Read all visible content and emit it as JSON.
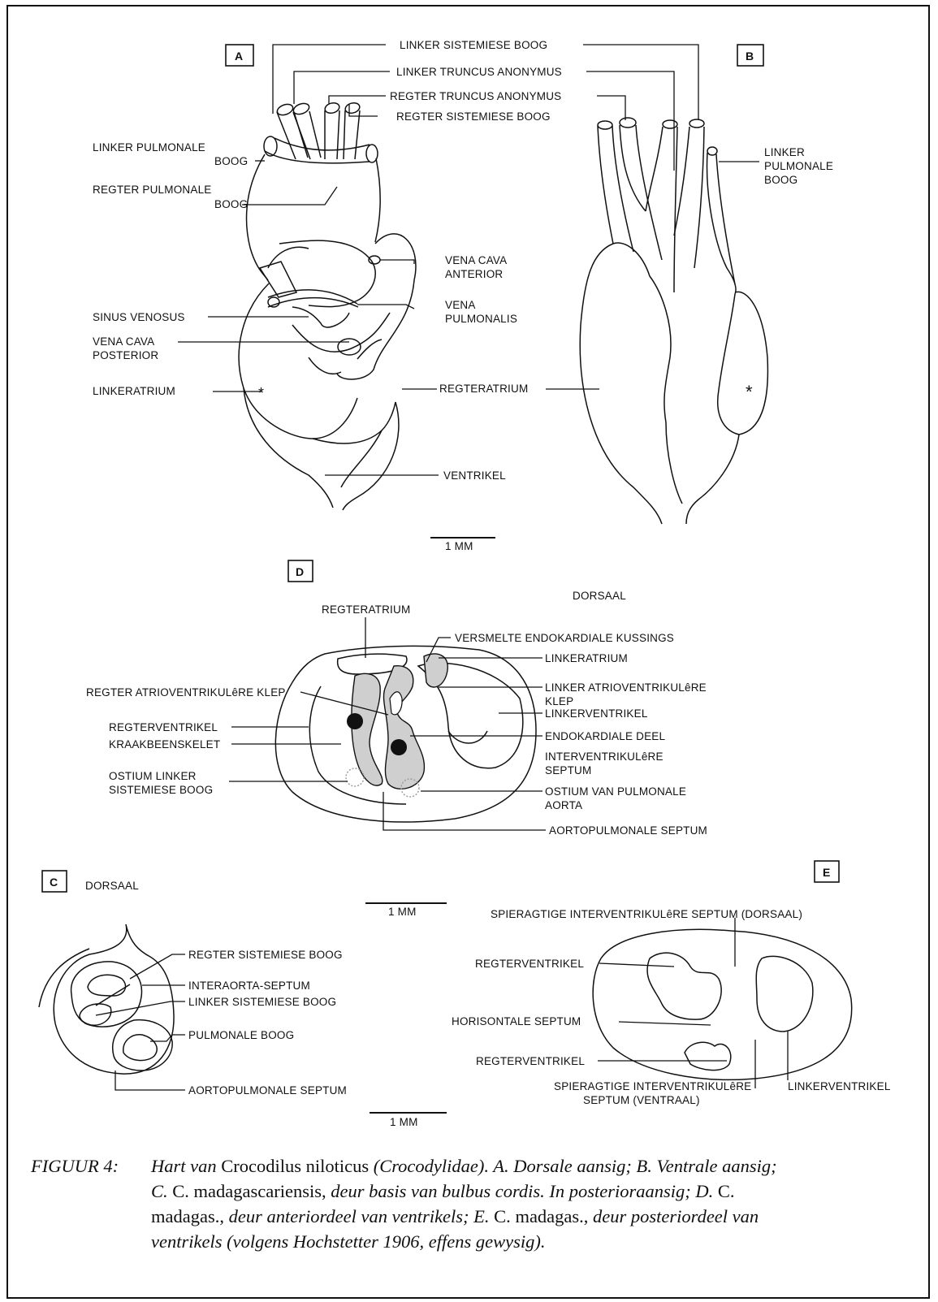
{
  "panels": {
    "a": {
      "box": "A",
      "linker_sistemiese_boog": "LINKER SISTEMIESE BOOG",
      "linker_truncus": "LINKER TRUNCUS ANONYMUS",
      "regter_truncus": "REGTER TRUNCUS ANONYMUS",
      "regter_sistemiese_boog": "REGTER SISTEMIESE BOOG",
      "linker_pulmonale_1": "LINKER PULMONALE",
      "linker_pulmonale_2": "BOOG",
      "regter_pulmonale_1": "REGTER PULMONALE",
      "regter_pulmonale_2": "BOOG",
      "vena_cava_anterior_1": "VENA CAVA",
      "vena_cava_anterior_2": "ANTERIOR",
      "sinus_venosus": "SINUS VENOSUS",
      "vena_pulmonalis_1": "VENA",
      "vena_pulmonalis_2": "PULMONALIS",
      "vena_cava_posterior_1": "VENA CAVA",
      "vena_cava_posterior_2": "POSTERIOR",
      "linkeratrium": "LINKERATRIUM",
      "regteratrium": "REGTERATRIUM",
      "ventrikel": "VENTRIKEL",
      "asterisk": "*"
    },
    "b": {
      "box": "B",
      "linker_pulmonale_1": "LINKER",
      "linker_pulmonale_2": "PULMONALE",
      "linker_pulmonale_3": "BOOG",
      "asterisk": "*"
    },
    "scale_ab": "1 MM",
    "d": {
      "box": "D",
      "dorsaal": "DORSAAL",
      "regteratrium": "REGTERATRIUM",
      "versmelte": "VERSMELTE ENDOKARDIALE KUSSINGS",
      "linkeratrium": "LINKERATRIUM",
      "linker_av_klep_1": "LINKER ATRIOVENTRIKULêRE",
      "linker_av_klep_2": "KLEP",
      "regter_av_klep": "REGTER ATRIOVENTRIKULêRE KLEP",
      "linkerventrikel": "LINKERVENTRIKEL",
      "regterventrikel": "REGTERVENTRIKEL",
      "endokardiale_deel": "ENDOKARDIALE DEEL",
      "kraakbeenskelet": "KRAAKBEENSKELET",
      "interventrikulere_1": "INTERVENTRIKULêRE",
      "interventrikulere_2": "SEPTUM",
      "ostium_linker_1": "OSTIUM LINKER",
      "ostium_linker_2": "SISTEMIESE BOOG",
      "ostium_pulm_1": "OSTIUM VAN PULMONALE",
      "ostium_pulm_2": "AORTA",
      "aortopulmonale": "AORTOPULMONALE SEPTUM"
    },
    "c": {
      "box": "C",
      "dorsaal": "DORSAAL",
      "regter_sistemiese_boog": "REGTER SISTEMIESE BOOG",
      "interaorta": "INTERAORTA-SEPTUM",
      "linker_sistemiese_boog": "LINKER SISTEMIESE BOOG",
      "pulmonale_boog": "PULMONALE BOOG",
      "aortopulmonale": "AORTOPULMONALE SEPTUM",
      "scale": "1 MM"
    },
    "scale_d": "1 MM",
    "e": {
      "box": "E",
      "spier_dorsaal": "SPIERAGTIGE INTERVENTRIKULêRE  SEPTUM  (DORSAAL)",
      "regterventrikel_1": "REGTERVENTRIKEL",
      "horisontale": "HORISONTALE SEPTUM",
      "regterventrikel_2": "REGTERVENTRIKEL",
      "spier_ventraal_1": "SPIERAGTIGE INTERVENTRIKULêRE",
      "spier_ventraal_2": "SEPTUM (VENTRAAL)",
      "linkerventrikel": "LINKERVENTRIKEL"
    }
  },
  "caption": {
    "lead": "FIGUUR 4:",
    "t1": "Hart van",
    "t2": "Crocodilus niloticus",
    "t3": "(Crocodylidae). A. Dorsale aansig; B. Ventrale aansig;",
    "t4": "C.",
    "t5": "C.  madagascariensis,",
    "t6": "deur basis van bulbus cordis. In posterioraansig; D.",
    "t7": "C.",
    "t8": "madagas.,",
    "t9": "deur anteriordeel van ventrikels; E.",
    "t10": "C.",
    "t11": "madagas.,",
    "t12": "deur posteriordeel van",
    "t13": "ventrikels (volgens Hochstetter 1906, effens gewysig)."
  }
}
